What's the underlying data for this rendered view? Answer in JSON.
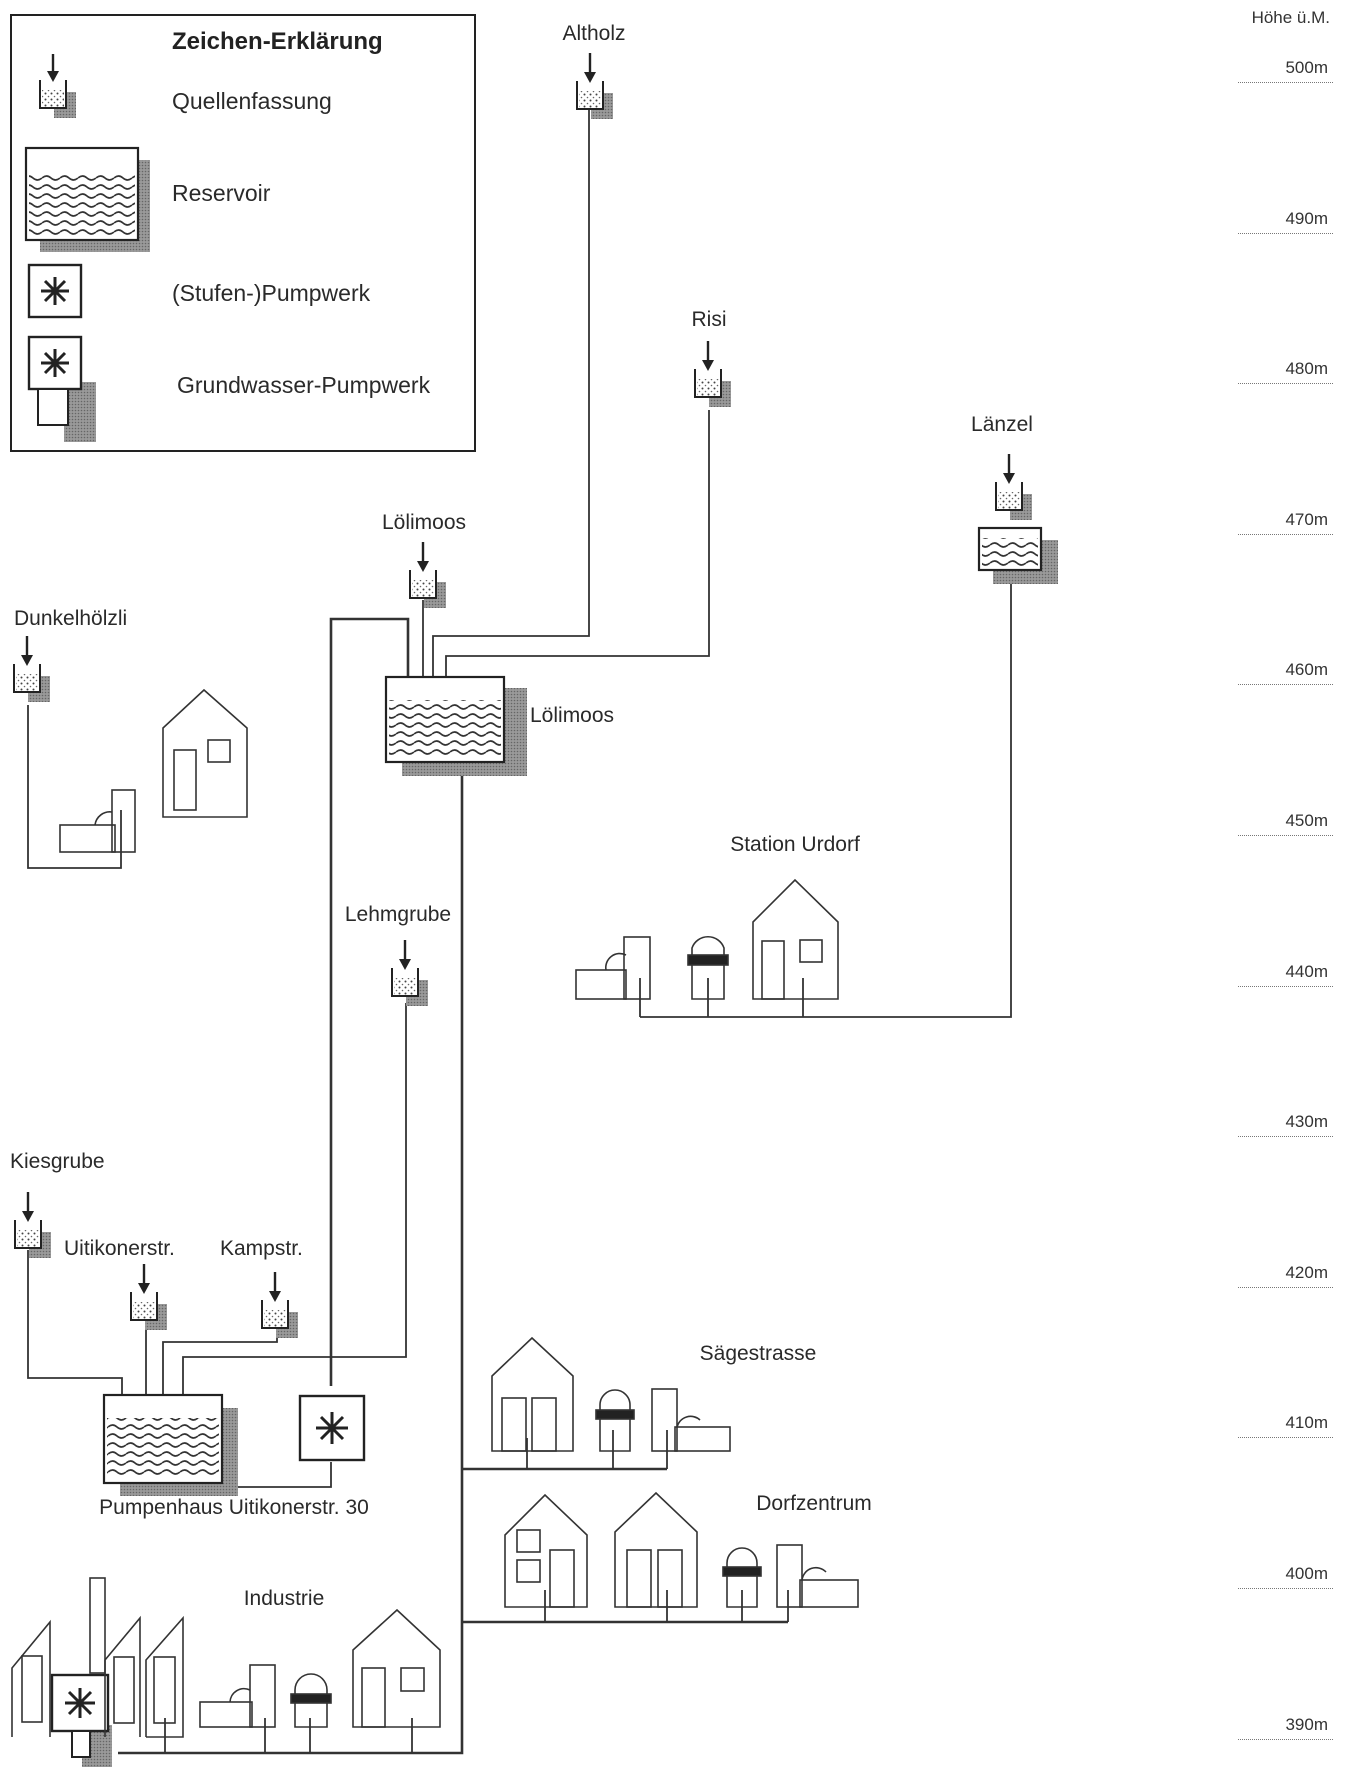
{
  "legend": {
    "title": "Zeichen-Erklärung",
    "items": [
      {
        "icon": "spring-catchment-icon",
        "label": "Quellenfassung"
      },
      {
        "icon": "reservoir-icon",
        "label": "Reservoir"
      },
      {
        "icon": "pump-station-icon",
        "label": "(Stufen-)Pumpwerk"
      },
      {
        "icon": "groundwater-pump-icon",
        "label": "Grundwasser-Pumpwerk"
      }
    ]
  },
  "altitude": {
    "header": "Höhe ü.M.",
    "ticks": [
      "500m",
      "490m",
      "480m",
      "470m",
      "460m",
      "450m",
      "440m",
      "430m",
      "420m",
      "410m",
      "400m",
      "390m"
    ]
  },
  "springs": {
    "altholz": "Altholz",
    "risi": "Risi",
    "laenzel": "Länzel",
    "loelimoos": "Lölimoos",
    "dunkelhoelzli": "Dunkelhölzli",
    "lehmgrube": "Lehmgrube",
    "kiesgrube": "Kiesgrube",
    "uitikonerstr": "Uitikonerstr.",
    "kampstr": "Kampstr."
  },
  "reservoirs": {
    "loelimoos": "Lölimoos"
  },
  "pumphouse": "Pumpenhaus Uitikonerstr. 30",
  "consumers": {
    "station_urdorf": "Station Urdorf",
    "saegestrasse": "Sägestrasse",
    "dorfzentrum": "Dorfzentrum",
    "industrie": "Industrie"
  }
}
